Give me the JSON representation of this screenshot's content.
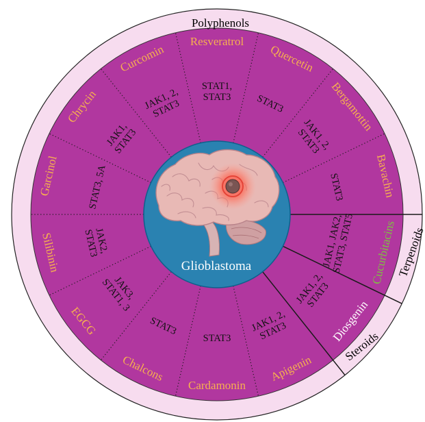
{
  "colors": {
    "outer_ring": "#f7dcef",
    "inner_ring": "#b1379f",
    "brain_circle": "#2a82b1",
    "brain_circle_edge": "#0f5f8c",
    "compound_orange": "#f7b04f",
    "compound_green": "#7fc142",
    "stat_text": "#111111",
    "class_text": "#111111",
    "center_text": "#ffffff",
    "diosgenin_text": "#ffffff"
  },
  "classes": {
    "polyphenols": "Polyphenols",
    "terpenoids": "Terpenoids",
    "steroids": "Steroids"
  },
  "center": {
    "label": "Glioblastoma",
    "icon": "brain-icon"
  },
  "segments": [
    {
      "compound": "Resveratrol",
      "targets": [
        "STAT1,",
        "STAT3"
      ],
      "compound_color": "orange"
    },
    {
      "compound": "Quercetin",
      "targets": [
        "STAT3"
      ],
      "compound_color": "orange"
    },
    {
      "compound": "Bergamottin",
      "targets": [
        "JAK1, 2,",
        "STAT3"
      ],
      "compound_color": "orange"
    },
    {
      "compound": "Bavachin",
      "targets": [
        "STAT3"
      ],
      "compound_color": "orange"
    },
    {
      "compound": "Cucurbitacins",
      "targets": [
        "JAK1, JAK2,",
        "STAT3, STAT5"
      ],
      "compound_color": "green"
    },
    {
      "compound": "Diosgenin",
      "targets": [
        "JAK1, 2,",
        "STAT3"
      ],
      "compound_color": "white"
    },
    {
      "compound": "Apigenin",
      "targets": [
        "JAK1, 2,",
        "STAT3"
      ],
      "compound_color": "orange"
    },
    {
      "compound": "Cardamonin",
      "targets": [
        "STAT3"
      ],
      "compound_color": "orange"
    },
    {
      "compound": "Chalcons",
      "targets": [
        "STAT3"
      ],
      "compound_color": "orange"
    },
    {
      "compound": "EGCG",
      "targets": [
        "JAK3,",
        "STAT1, 3"
      ],
      "compound_color": "orange"
    },
    {
      "compound": "Silibinin",
      "targets": [
        "JAK2,",
        "STAT3"
      ],
      "compound_color": "orange"
    },
    {
      "compound": "Garcinol",
      "targets": [
        "STAT3, 5A"
      ],
      "compound_color": "orange"
    },
    {
      "compound": "Chrycin",
      "targets": [
        "JAK1,",
        "STAT3"
      ],
      "compound_color": "orange"
    },
    {
      "compound": "Curcomin",
      "targets": [
        "JAK1, 2,",
        "STAT3"
      ],
      "compound_color": "orange"
    }
  ]
}
